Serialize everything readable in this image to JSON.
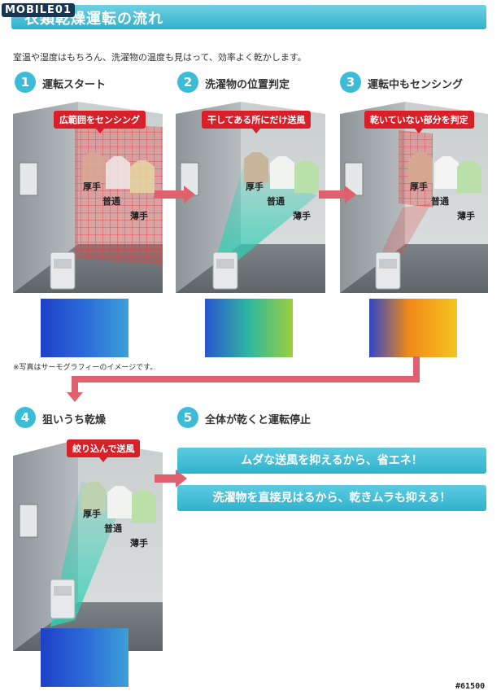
{
  "logo_text": "MOBILE01",
  "header_title": "衣類乾燥運転の流れ",
  "intro": "室温や湿度はもちろん、洗濯物の温度も見はって、効率よく乾かします。",
  "steps": [
    {
      "num": "1",
      "label": "運転スタート",
      "tag": "広範囲をセンシング"
    },
    {
      "num": "2",
      "label": "洗濯物の位置判定",
      "tag": "干してある所にだけ送風"
    },
    {
      "num": "3",
      "label": "運転中もセンシング",
      "tag": "乾いていない部分を判定"
    },
    {
      "num": "4",
      "label": "狙いうち乾燥",
      "tag": "絞り込んで送風"
    },
    {
      "num": "5",
      "label": "全体が乾くと運転停止"
    }
  ],
  "cloth_labels": {
    "thick": "厚手",
    "normal": "普通",
    "thin": "薄手"
  },
  "thermo_note": "※写真はサーモグラフィーのイメージです。",
  "banners": [
    "ムダな送風を抑えるから、省エネ！",
    "洗濯物を直接見はるから、乾きムラも抑える！"
  ],
  "watermark": "#61500",
  "colors": {
    "accent": "#3cbcd6",
    "tag_red": "#d8202a",
    "arrow": "#e0606e"
  }
}
